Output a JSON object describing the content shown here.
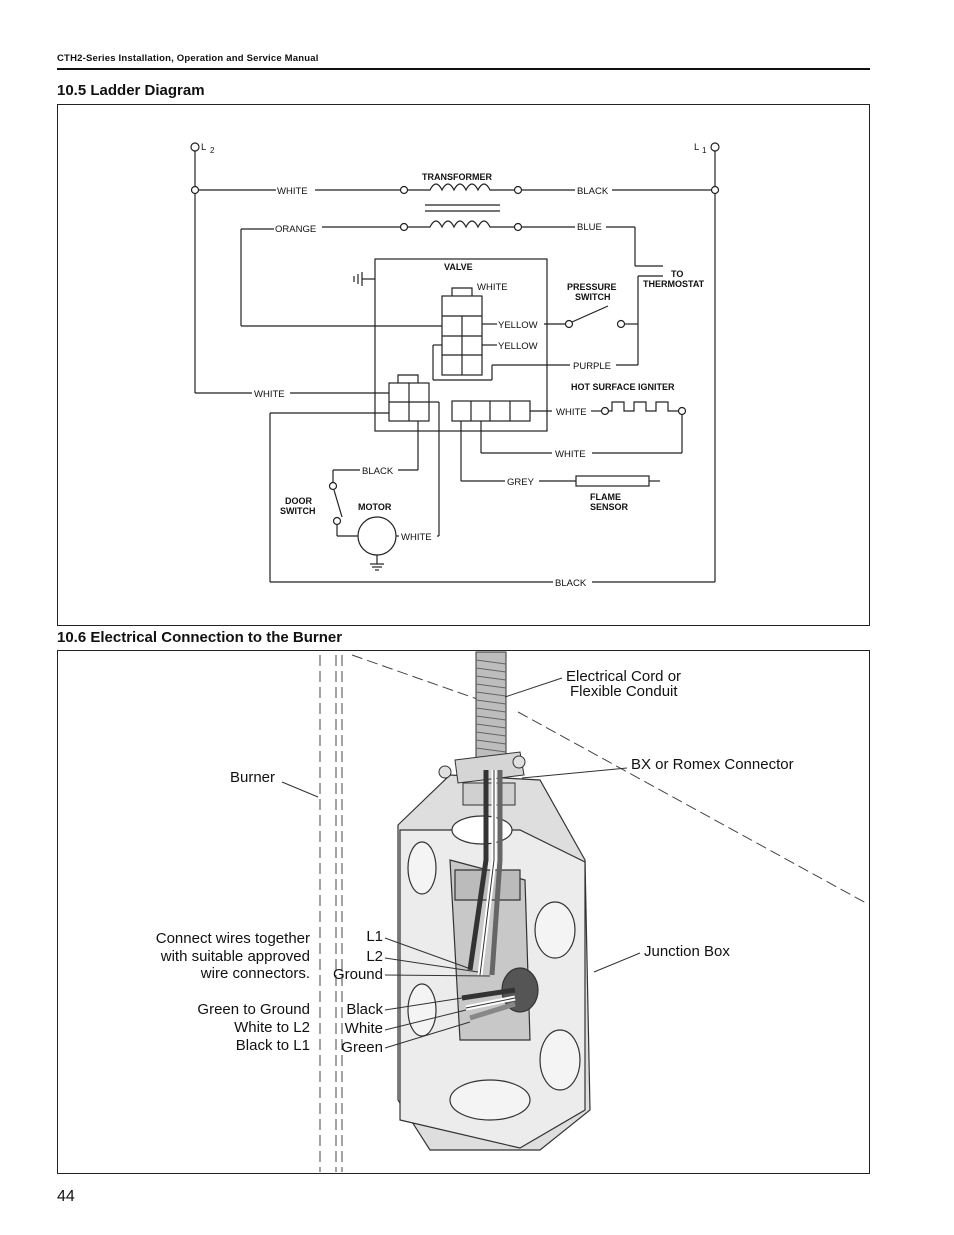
{
  "header": {
    "manual_title": "CTH2-Series Installation, Operation and Service Manual"
  },
  "section_ladder": {
    "title": "10.5 Ladder Diagram",
    "labels": {
      "l2": "L",
      "l2_sub": "2",
      "l1": "L",
      "l1_sub": "1",
      "transformer": "TRANSFORMER",
      "white_top": "WHITE",
      "black_top": "BLACK",
      "orange": "ORANGE",
      "blue": "BLUE",
      "valve": "VALVE",
      "valve_white": "WHITE",
      "to": "TO",
      "thermostat": "THERMOSTAT",
      "pressure": "PRESSURE",
      "switch": "SWITCH",
      "yellow1": "YELLOW",
      "yellow2": "YELLOW",
      "purple": "PURPLE",
      "white_left": "WHITE",
      "hot_surface_igniter": "HOT SURFACE IGNITER",
      "white_igniter": "WHITE",
      "white_igniter2": "WHITE",
      "black_door": "BLACK",
      "grey": "GREY",
      "door": "DOOR",
      "door_switch": "SWITCH",
      "motor": "MOTOR",
      "white_motor": "WHITE",
      "flame": "FLAME",
      "sensor": "SENSOR",
      "black_bottom": "BLACK"
    }
  },
  "section_electrical": {
    "title": "10.6 Electrical Connection to the Burner",
    "labels": {
      "cord_line1": "Electrical Cord or",
      "cord_line2": "Flexible Conduit",
      "connector": "BX or Romex Connector",
      "burner": "Burner",
      "junction_box": "Junction Box",
      "connect_line1": "Connect wires together",
      "connect_line2": "with suitable approved",
      "connect_line3": "wire connectors.",
      "l1": "L1",
      "l2": "L2",
      "ground": "Ground",
      "green_ground": "Green to Ground",
      "white_l2": "White to L2",
      "black_l1": "Black to L1",
      "black": "Black",
      "white": "White",
      "green": "Green"
    }
  },
  "page_number": "44"
}
